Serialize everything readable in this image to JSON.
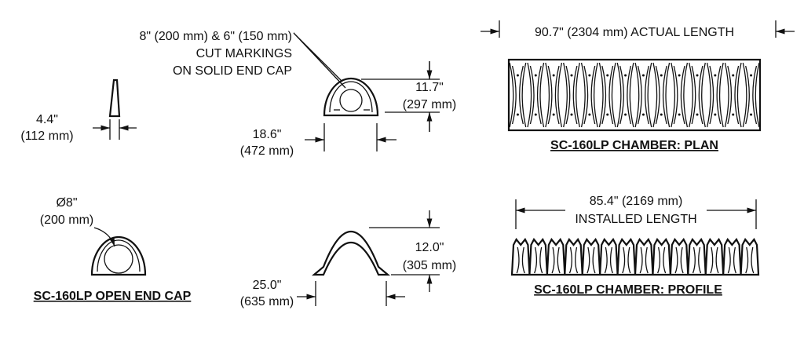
{
  "solid_end_cap": {
    "cut_note": [
      "8\" (200 mm) & 6\" (150 mm)",
      "CUT MARKINGS",
      "ON SOLID END CAP"
    ],
    "height_in": "11.7\"",
    "height_mm": "(297 mm)",
    "width_in": "18.6\"",
    "width_mm": "(472 mm)"
  },
  "side_wedge": {
    "width_in": "4.4\"",
    "width_mm": "(112 mm)"
  },
  "plan": {
    "length_label": "90.7\" (2304 mm) ACTUAL LENGTH",
    "title": "SC-160LP CHAMBER: PLAN",
    "corrugations": 14
  },
  "open_end_cap": {
    "diameter_in": "Ø8\"",
    "diameter_mm": "(200 mm)",
    "title": "SC-160LP OPEN END CAP"
  },
  "profile_arch": {
    "height_in": "12.0\"",
    "height_mm": "(305 mm)",
    "width_in": "25.0\"",
    "width_mm": "(635 mm)"
  },
  "profile": {
    "length_label": "85.4\" (2169 mm)",
    "length_sub": "INSTALLED LENGTH",
    "title": "SC-160LP CHAMBER: PROFILE",
    "corrugations": 14
  }
}
